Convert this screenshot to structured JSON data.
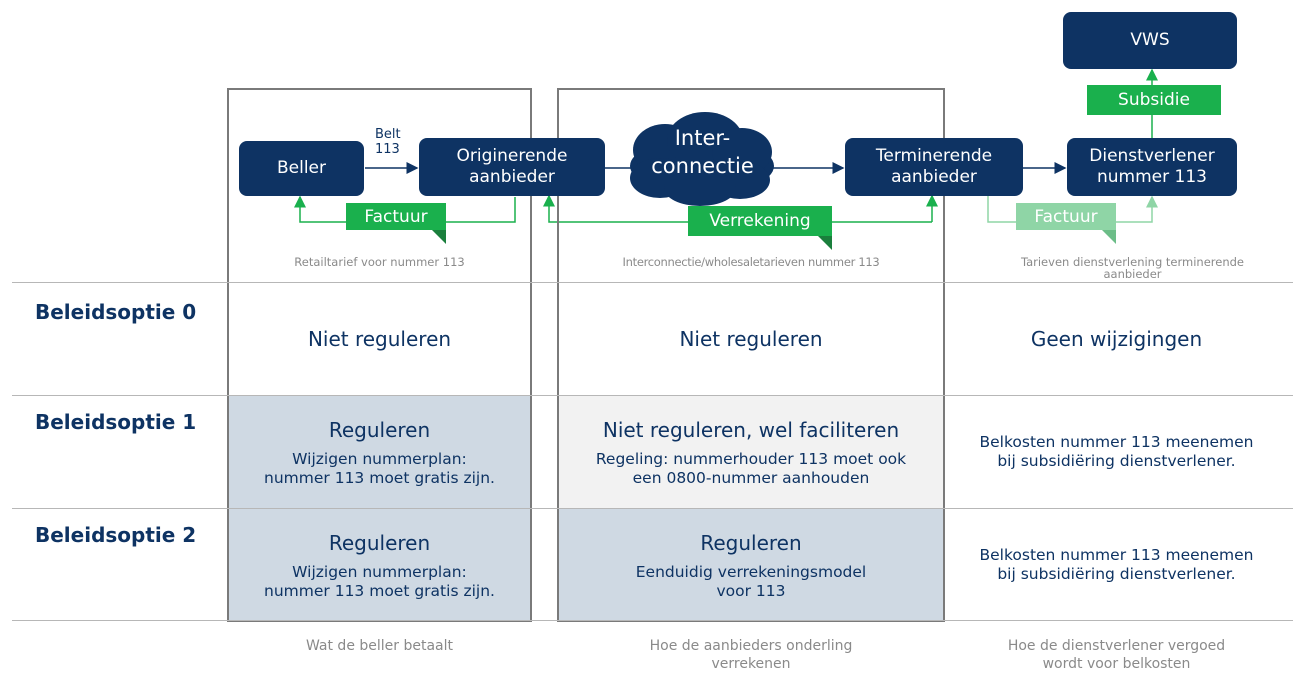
{
  "colors": {
    "navy": "#0e3363",
    "green": "#1ab04d",
    "light_green": "#8fd5a6",
    "blue_fill": "#cfd9e3",
    "gray_fill": "#f2f2f2"
  },
  "nodes": {
    "vws": "VWS",
    "beller": "Beller",
    "originerende": "Originerende\naanbieder",
    "interconnectie": "Inter-\nconnectie",
    "terminerende": "Terminerende\naanbieder",
    "dienstverlener": "Dienstverlener\nnummer 113"
  },
  "edge_labels": {
    "belt": "Belt\n113"
  },
  "tags": {
    "subsidie": "Subsidie",
    "factuur1": "Factuur",
    "verrekening": "Verrekening",
    "factuur2": "Factuur"
  },
  "captions": {
    "retail": "Retailtarief voor nummer 113",
    "interconnect": "Interconnectie/wholesaletarieven nummer 113",
    "dienst": "Tarieven dienstverlening terminerende\naanbieder"
  },
  "rows": [
    {
      "label": "Beleidsoptie 0",
      "col1": {
        "title": "Niet reguleren",
        "detail": ""
      },
      "col2": {
        "title": "Niet reguleren",
        "detail": ""
      },
      "col3": {
        "title": "Geen wijzigingen",
        "detail": ""
      }
    },
    {
      "label": "Beleidsoptie 1",
      "col1": {
        "title": "Reguleren",
        "detail": "Wijzigen nummerplan:\nnummer 113 moet gratis zijn."
      },
      "col2": {
        "title": "Niet reguleren, wel faciliteren",
        "detail": "Regeling: nummerhouder 113 moet ook\neen 0800-nummer aanhouden"
      },
      "col3": {
        "title": "",
        "detail": "Belkosten nummer 113 meenemen\nbij subsidiëring dienstverlener."
      }
    },
    {
      "label": "Beleidsoptie 2",
      "col1": {
        "title": "Reguleren",
        "detail": "Wijzigen nummerplan:\nnummer 113 moet gratis zijn."
      },
      "col2": {
        "title": "Reguleren",
        "detail": "Eenduidig verrekeningsmodel\nvoor 113"
      },
      "col3": {
        "title": "",
        "detail": "Belkosten nummer 113 meenemen\nbij subsidiëring dienstverlener."
      }
    }
  ],
  "footers": {
    "col1": "Wat de beller betaalt",
    "col2": "Hoe de aanbieders onderling\nverrekenen",
    "col3": "Hoe de dienstverlener vergoed\nwordt voor belkosten"
  }
}
